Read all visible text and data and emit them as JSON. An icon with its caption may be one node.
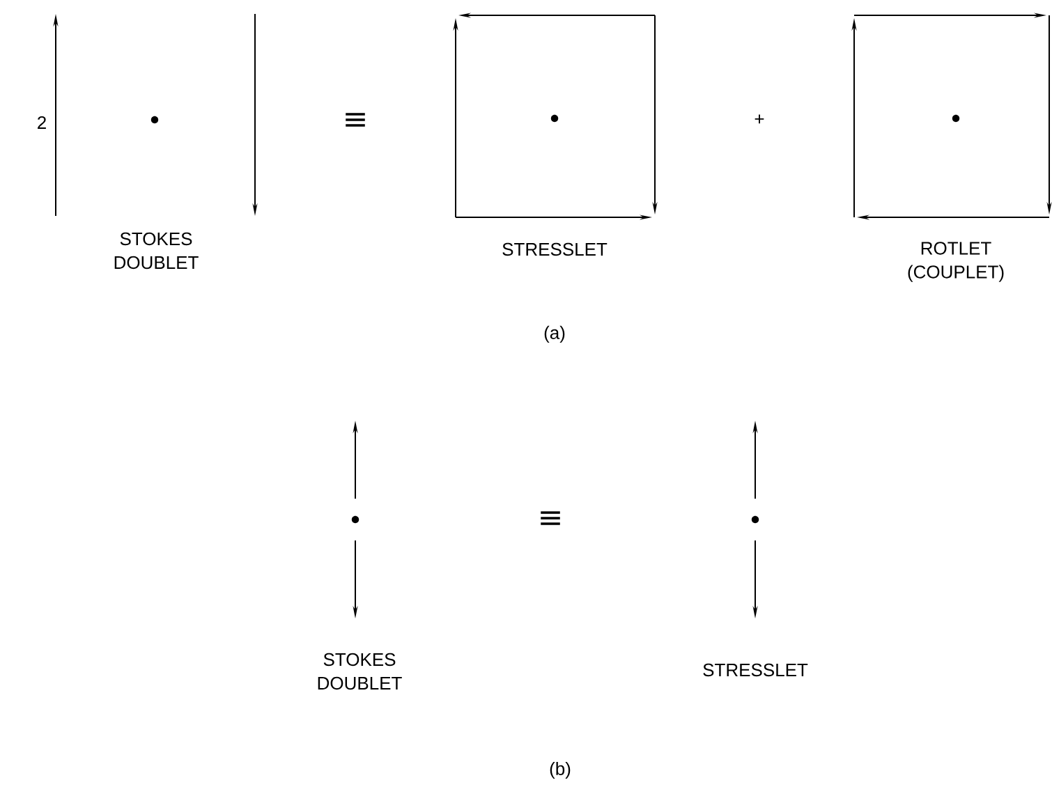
{
  "diagram": {
    "labels": [
      "2",
      "≡",
      "+",
      "STOKES DOUBLET",
      "STRESSLET",
      "ROTLET (COUPLET)",
      "(a)",
      "≡",
      "STOKES DOUBLET",
      "STRESSLET",
      "(b)"
    ]
  }
}
